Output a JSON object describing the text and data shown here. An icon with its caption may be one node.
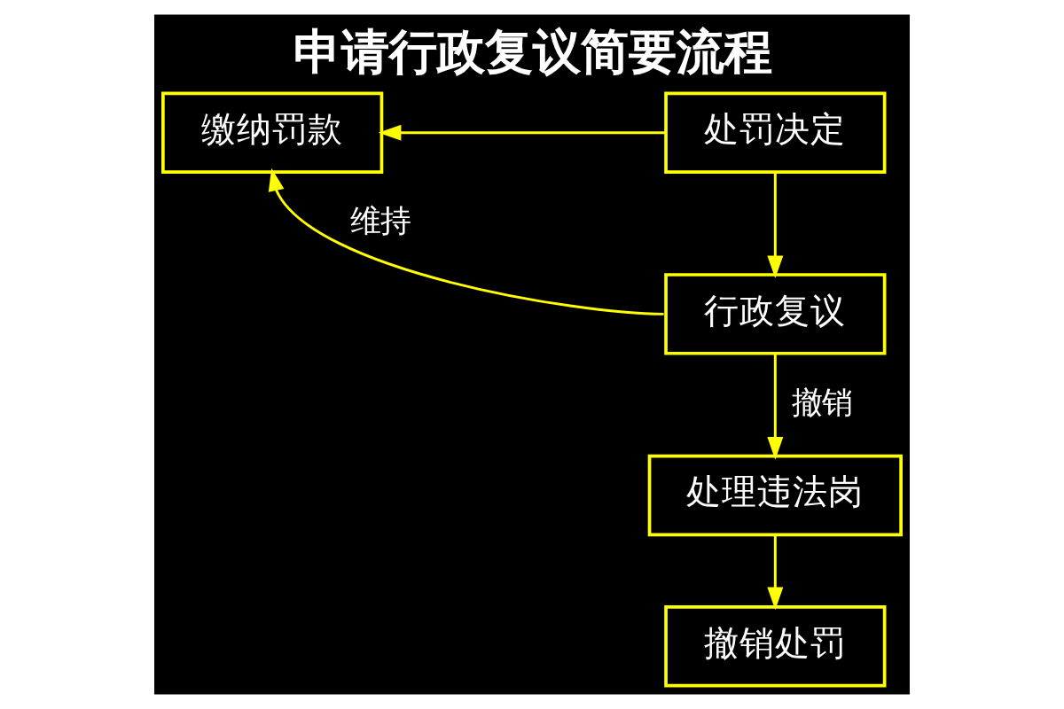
{
  "diagram": {
    "title": "申请行政复议简要流程",
    "nodes": [
      {
        "text": [
          "缴纳罚款"
        ]
      },
      {
        "text": [
          "处罚决定"
        ]
      },
      {
        "text": [
          "行政复议"
        ]
      },
      {
        "text": [
          "处理违法岗"
        ]
      },
      {
        "text": [
          "撤销处罚"
        ]
      }
    ],
    "edges": [
      {
        "from": 1,
        "to": 0,
        "arrow": "to"
      },
      {
        "from": 1,
        "to": 2,
        "arrow": "to"
      },
      {
        "from": 2,
        "to": 0,
        "label": "维持",
        "arrow": "to"
      },
      {
        "from": 2,
        "to": 3,
        "label": "撤销",
        "arrow": "to"
      },
      {
        "from": 3,
        "to": 4,
        "arrow": "to"
      }
    ]
  }
}
